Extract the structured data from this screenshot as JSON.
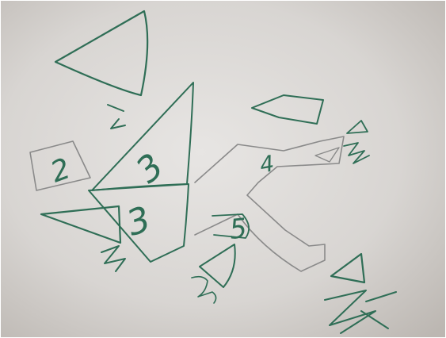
{
  "scene": {
    "description_type": "photo-of-drawing",
    "paper_color": "#d9d6d3",
    "ink_color": "#2f6e56",
    "pencil_color": "#8a8a8a"
  },
  "labels": {
    "square": "2",
    "large_triangle_upper": "3",
    "large_triangle_lower": "3",
    "center_shape": "4",
    "lower_middle": "5"
  }
}
